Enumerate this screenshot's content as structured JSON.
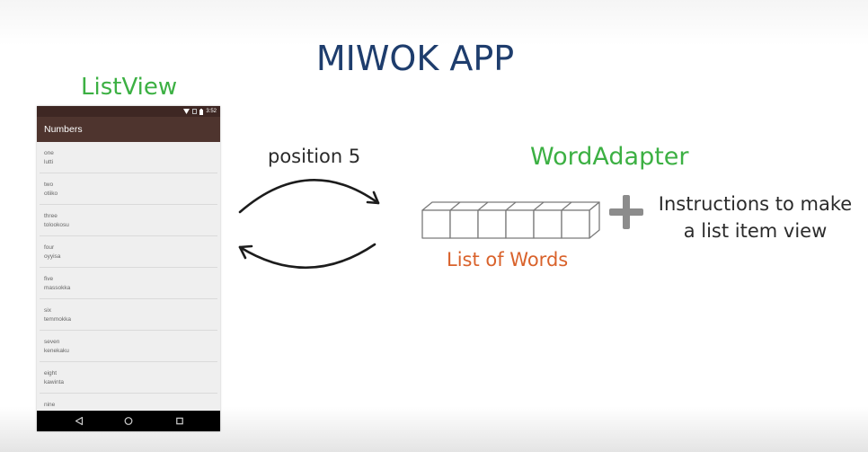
{
  "title": "MIWOK APP",
  "listview_label": "ListView",
  "phone": {
    "status_bar": {
      "time": "3:52",
      "icons": [
        "wifi-icon",
        "signal-icon",
        "battery-icon"
      ]
    },
    "app_bar_title": "Numbers",
    "words": [
      {
        "default": "one",
        "miwok": "lutti"
      },
      {
        "default": "two",
        "miwok": "otiiko"
      },
      {
        "default": "three",
        "miwok": "tolookosu"
      },
      {
        "default": "four",
        "miwok": "oyyisa"
      },
      {
        "default": "five",
        "miwok": "massokka"
      },
      {
        "default": "six",
        "miwok": "temmokka"
      },
      {
        "default": "seven",
        "miwok": "kenekaku"
      },
      {
        "default": "eight",
        "miwok": "kawinta"
      },
      {
        "default": "nine"
      }
    ],
    "nav_icons": [
      "back-icon",
      "home-icon",
      "recents-icon"
    ]
  },
  "arrow_label": "position 5",
  "adapter": {
    "title": "WordAdapter",
    "array_label": "List of Words",
    "instructions": [
      "Instructions to make",
      "a list item view"
    ]
  },
  "colors": {
    "title": "#1e3d6d",
    "accent_green": "#3cb043",
    "list_label": "#d9622b",
    "status_bar": "#3e2723",
    "app_bar": "#4e342e",
    "plus": "#8c8c8c"
  }
}
